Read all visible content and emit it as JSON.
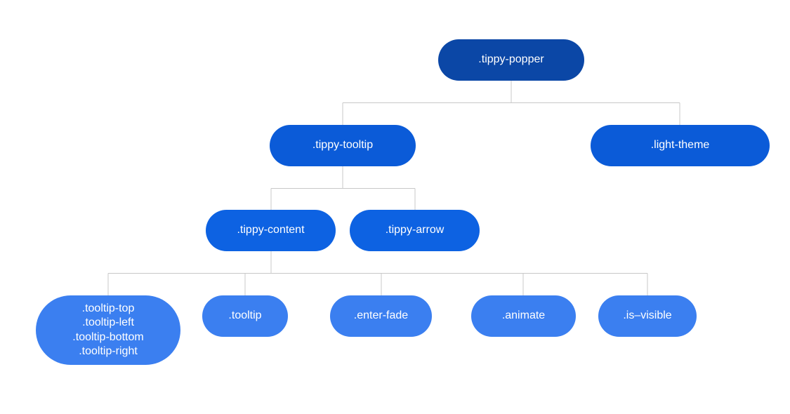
{
  "colors": {
    "level_1": "#0b47a6",
    "level_2": "#0b5bd8",
    "level_3": "#0d62e2",
    "level_4": "#3b7ff0",
    "connector": "#c8c8c8"
  },
  "nodes": {
    "root": {
      "label": ".tippy-popper"
    },
    "tooltip": {
      "label": ".tippy-tooltip"
    },
    "light_theme": {
      "label": ".light-theme"
    },
    "content": {
      "label": ".tippy-content"
    },
    "arrow": {
      "label": ".tippy-arrow"
    },
    "positions": {
      "lines": [
        ".tooltip-top",
        ".tooltip-left",
        ".tooltip-bottom",
        ".tooltip-right"
      ]
    },
    "tooltip_class": {
      "label": ".tooltip"
    },
    "enter_fade": {
      "label": ".enter-fade"
    },
    "animate": {
      "label": ".animate"
    },
    "is_visible": {
      "label": ".is–visible"
    }
  }
}
